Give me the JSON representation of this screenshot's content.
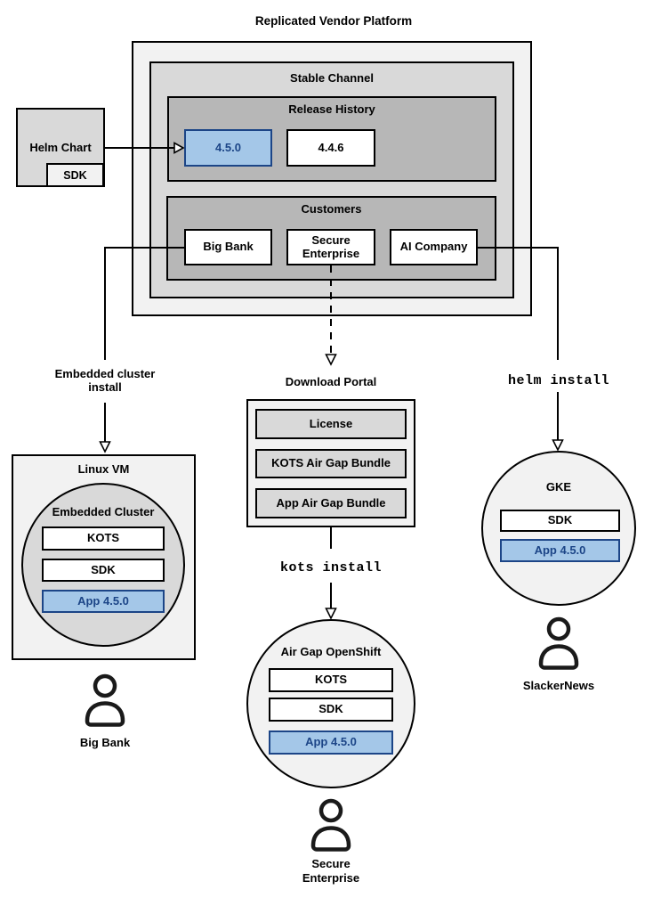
{
  "title": "Replicated Vendor Platform",
  "stable_channel": {
    "title": "Stable Channel"
  },
  "release_history": {
    "title": "Release History",
    "releases": [
      "4.5.0",
      "4.4.6"
    ]
  },
  "customers": {
    "title": "Customers",
    "items": [
      "Big Bank",
      "Secure Enterprise",
      "AI Company"
    ]
  },
  "helm_chart": {
    "label": "Helm Chart",
    "sdk": "SDK"
  },
  "download_portal": {
    "title": "Download Portal",
    "items": [
      "License",
      "KOTS Air Gap Bundle",
      "App Air Gap Bundle"
    ]
  },
  "linux_vm": {
    "title": "Linux VM",
    "cluster_title": "Embedded Cluster",
    "components": [
      "KOTS",
      "SDK"
    ],
    "app": "App 4.5.0"
  },
  "airgap_openshift": {
    "title": "Air Gap OpenShift",
    "components": [
      "KOTS",
      "SDK"
    ],
    "app": "App 4.5.0"
  },
  "gke": {
    "title": "GKE",
    "components": [
      "SDK"
    ],
    "app": "App 4.5.0"
  },
  "edges": {
    "embedded_install": "Embedded cluster install",
    "kots_install": "kots install",
    "helm_install": "helm install"
  },
  "users": {
    "big_bank": "Big Bank",
    "secure_enterprise": "Secure Enterprise",
    "slackernews": "SlackerNews"
  },
  "colors": {
    "highlight_fill": "#a4c7e8",
    "highlight_border": "#1c4587",
    "highlight_text": "#1c4587",
    "panel_light": "#f2f2f2",
    "panel_mid": "#d9d9d9",
    "panel_dark": "#b7b7b7",
    "line": "#000000"
  }
}
